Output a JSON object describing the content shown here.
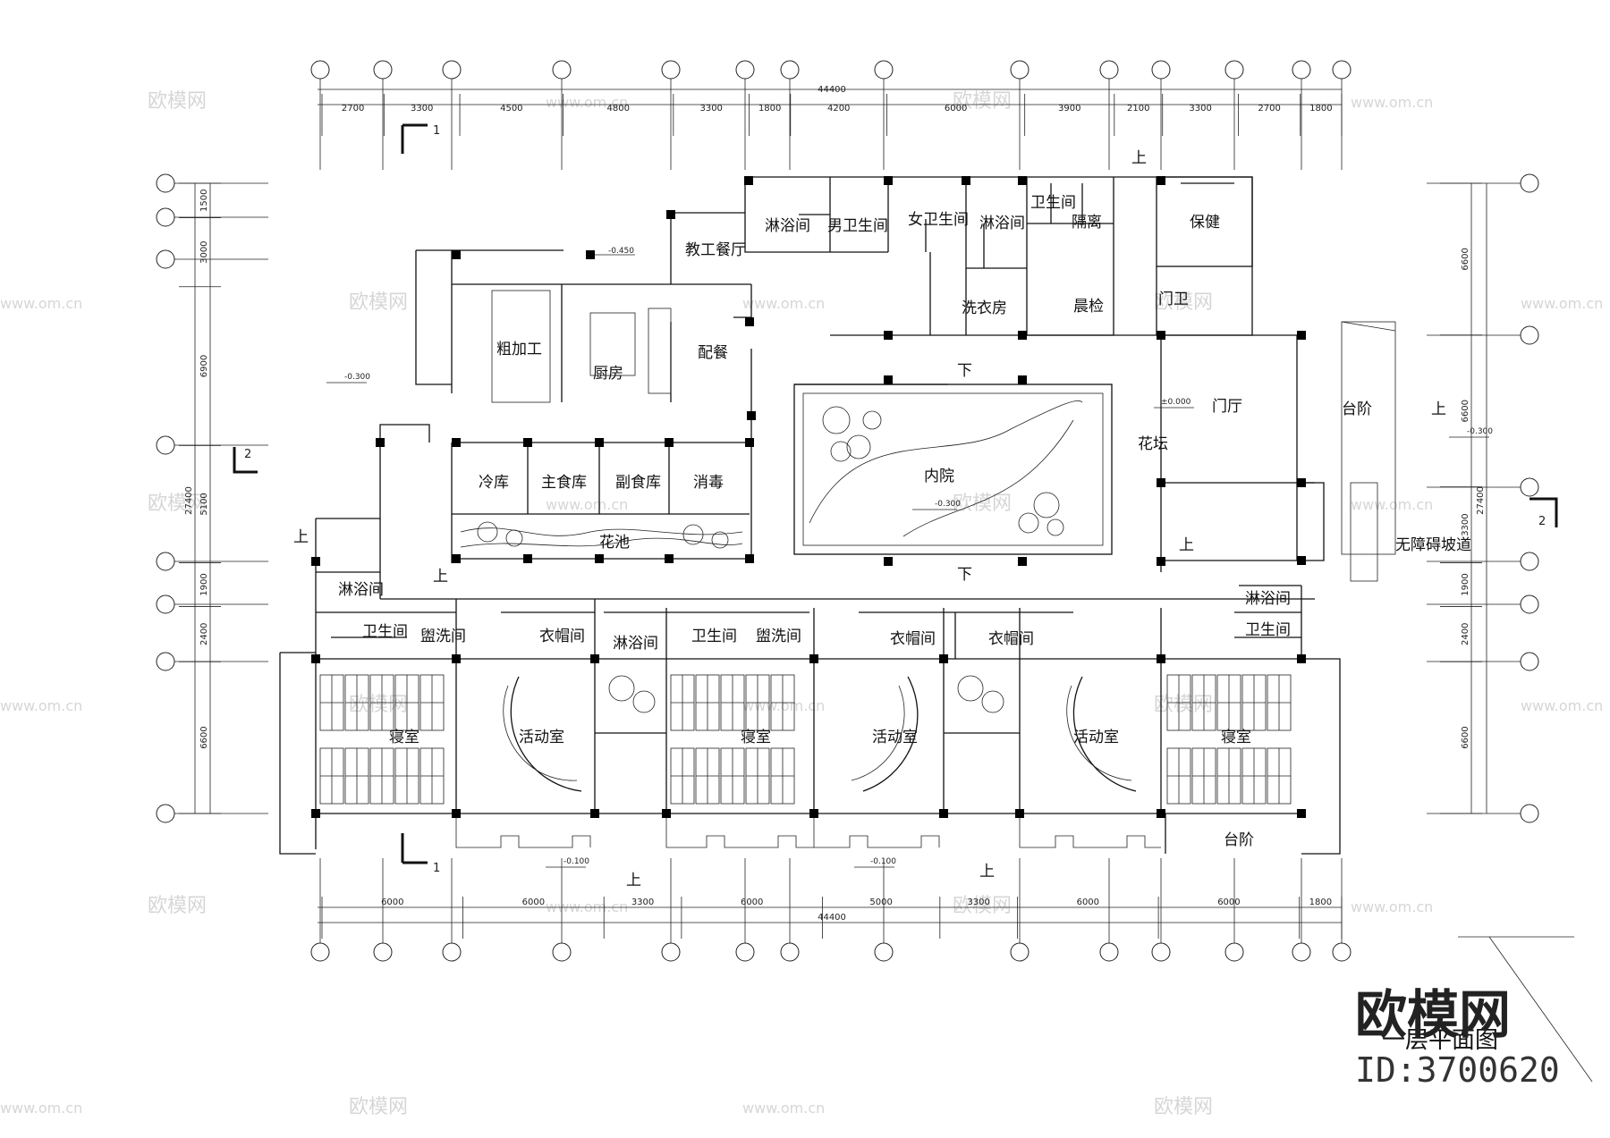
{
  "drawing": {
    "title": "一层平面图",
    "watermark_brand": "欧模网",
    "watermark_site": "www.om.cn",
    "watermark_id": "ID:3700620"
  },
  "dimensions": {
    "top_total": "44400",
    "top_segments": [
      "2700",
      "3300",
      "4500",
      "4800",
      "3300",
      "1800",
      "4200",
      "6000",
      "3900",
      "2100",
      "3300",
      "2700",
      "1800"
    ],
    "bottom_total": "44400",
    "bottom_segments": [
      "6000",
      "6000",
      "3300",
      "6000",
      "5000",
      "3300",
      "6000",
      "6000",
      "1800"
    ],
    "left_total": "27400",
    "left_segments": [
      "1500",
      "3000",
      "6900",
      "5100",
      "1900",
      "2400",
      "6600"
    ],
    "right_total": "27400",
    "right_segments": [
      "6600",
      "6600",
      "3300",
      "1900",
      "2400",
      "6600"
    ]
  },
  "levels": {
    "kitchen": "-0.450",
    "left": "-0.300",
    "hall": "±0.000",
    "courtyard": "-0.300",
    "right_ramp": "-0.300",
    "bottom_left": "-0.100",
    "bottom_mid": "-0.100"
  },
  "markers": {
    "up": "上",
    "down": "下",
    "section_1": "1",
    "section_2": "2"
  },
  "rooms": {
    "staff_dining": "教工餐厅",
    "shower_top_left": "淋浴间",
    "men_wc": "男卫生间",
    "women_wc": "女卫生间",
    "shower_top_right": "淋浴间",
    "wc_small": "卫生间",
    "isolation": "隔离",
    "health": "保健",
    "laundry": "洗衣房",
    "morning_check": "晨检",
    "guard": "门卫",
    "rough_processing": "粗加工",
    "kitchen": "厨房",
    "serving": "配餐",
    "cold_storage": "冷库",
    "main_food": "主食库",
    "side_food": "副食库",
    "disinfection": "消毒",
    "flower_pool": "花池",
    "inner_court": "内院",
    "flower_bed": "花坛",
    "lobby": "门厅",
    "steps_right": "台阶",
    "ramp": "无障碍坡道",
    "shower_left": "淋浴间",
    "wc_left": "卫生间",
    "wash_left": "盥洗间",
    "cloak_1": "衣帽间",
    "shower_mid": "淋浴间",
    "wc_mid": "卫生间",
    "wash_mid": "盥洗间",
    "cloak_2": "衣帽间",
    "cloak_3": "衣帽间",
    "shower_right": "淋浴间",
    "wc_right": "卫生间",
    "bedroom_1": "寝室",
    "activity_1": "活动室",
    "bedroom_2": "寝室",
    "activity_2": "活动室",
    "activity_3": "活动室",
    "bedroom_3": "寝室",
    "steps_bottom": "台阶"
  }
}
